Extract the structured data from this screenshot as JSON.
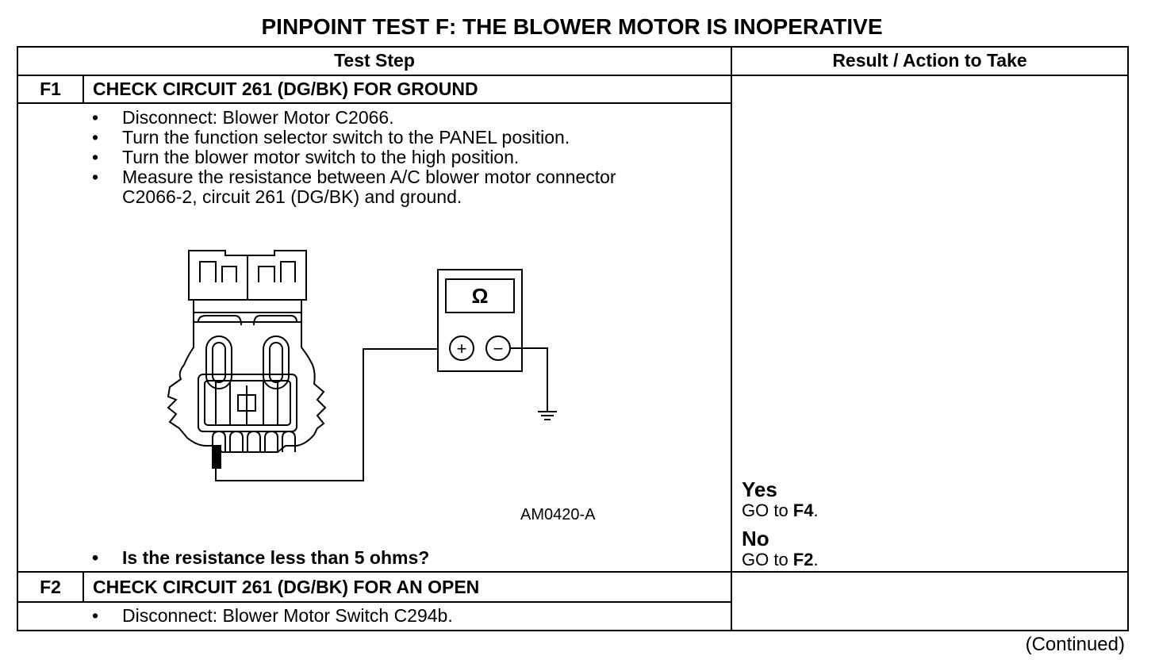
{
  "title": "PINPOINT TEST  F: THE BLOWER MOTOR IS INOPERATIVE",
  "headers": {
    "test_step": "Test Step",
    "result": "Result / Action to Take"
  },
  "f1": {
    "id": "F1",
    "heading": "CHECK CIRCUIT 261 (DG/BK) FOR GROUND",
    "bullets": [
      "Disconnect: Blower Motor C2066.",
      "Turn the function selector switch to the PANEL position.",
      "Turn the blower motor switch to the high position.",
      "Measure the resistance between A/C blower motor connector",
      "C2066-2, circuit 261 (DG/BK) and ground."
    ],
    "question": "Is the resistance less than 5 ohms?",
    "figure": {
      "meter_symbol": "Ω",
      "plus": "+",
      "minus": "−",
      "figure_id": "AM0420-A"
    },
    "yes": {
      "label": "Yes",
      "action_prefix": "GO to ",
      "target": "F4",
      "suffix": "."
    },
    "no": {
      "label": "No",
      "action_prefix": "GO to ",
      "target": "F2",
      "suffix": "."
    }
  },
  "f2": {
    "id": "F2",
    "heading": "CHECK CIRCUIT 261 (DG/BK) FOR AN OPEN",
    "bullets": [
      "Disconnect: Blower Motor Switch C294b."
    ]
  },
  "bullet_char": "•",
  "continued": "(Continued)"
}
